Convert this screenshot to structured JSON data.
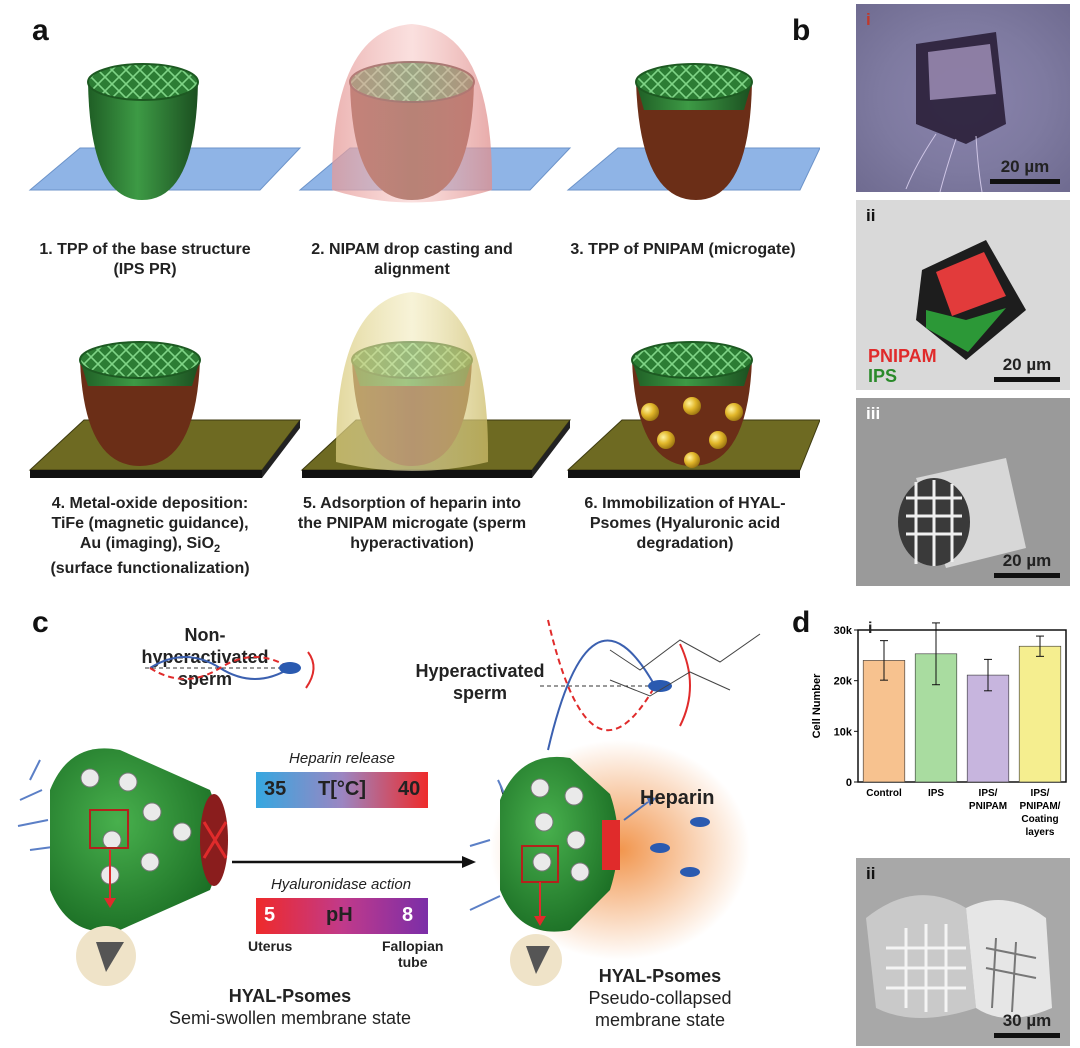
{
  "panel_labels": {
    "a": "a",
    "b": "b",
    "c": "c",
    "d": "d"
  },
  "steps": [
    {
      "id": 1,
      "lines": [
        "1. TPP of the base structure",
        "(IPS PR)"
      ]
    },
    {
      "id": 2,
      "lines": [
        "2. NIPAM drop casting and",
        "alignment"
      ]
    },
    {
      "id": 3,
      "lines": [
        "3. TPP of PNIPAM (microgate)"
      ]
    },
    {
      "id": 4,
      "lines": [
        "4. Metal-oxide deposition:",
        "TiFe (magnetic guidance),",
        "Au (imaging), SiO2",
        "(surface functionalization)"
      ]
    },
    {
      "id": 5,
      "lines": [
        "5. Adsorption of heparin into",
        "the PNIPAM microgate (sperm",
        "hyperactivation)"
      ]
    },
    {
      "id": 6,
      "lines": [
        "6. Immobilization of HYAL-",
        "Psomes (Hyaluronic acid",
        "degradation)"
      ]
    }
  ],
  "panel_b": {
    "i": {
      "label": "i",
      "scale": "20 µm"
    },
    "ii": {
      "label": "ii",
      "scale": "20 µm",
      "legend_red": "PNIPAM",
      "legend_green": "IPS"
    },
    "iii": {
      "label": "iii",
      "scale": "20 µm"
    }
  },
  "panel_c": {
    "non_hyper": [
      "Non-hyperactivated",
      "sperm"
    ],
    "hyper": [
      "Hyperactivated",
      "sperm"
    ],
    "heparin_release": "Heparin release",
    "temp_low": "35",
    "temp_label": "T[°C]",
    "temp_high": "40",
    "hyal_action": "Hyaluronidase action",
    "ph_low": "5",
    "ph_label": "pH",
    "ph_high": "8",
    "uterus": "Uterus",
    "fallopian": [
      "Fallopian",
      "tube"
    ],
    "heparin": "Heparin",
    "left_title": "HYAL-Psomes",
    "left_sub": "Semi-swollen membrane state",
    "right_title": "HYAL-Psomes",
    "right_sub": [
      "Pseudo-collapsed",
      "membrane state"
    ]
  },
  "panel_d": {
    "i_label": "i",
    "ii_label": "ii",
    "ii_scale": "30 µm"
  },
  "chart_data": {
    "type": "bar",
    "ylabel": "Cell Number",
    "ylim": [
      0,
      30000
    ],
    "yticks": [
      0,
      10000,
      20000,
      30000
    ],
    "ytick_labels": [
      "0",
      "10k",
      "20k",
      "30k"
    ],
    "categories": [
      [
        "Control"
      ],
      [
        "IPS"
      ],
      [
        "IPS/",
        "PNIPAM"
      ],
      [
        "IPS/",
        "PNIPAM/",
        "Coating",
        "layers"
      ]
    ],
    "values": [
      24000,
      25300,
      21100,
      26800
    ],
    "errors": [
      3900,
      6100,
      3100,
      2000
    ],
    "colors": [
      "#f7c28f",
      "#a9dca0",
      "#c7b5de",
      "#f5ee8f"
    ]
  },
  "colors": {
    "green": "#2f8a3a",
    "glass_blue": "#8fb4e6",
    "gold_plate": "#6e6a22",
    "pink_gel": "#e8a0a0"
  }
}
